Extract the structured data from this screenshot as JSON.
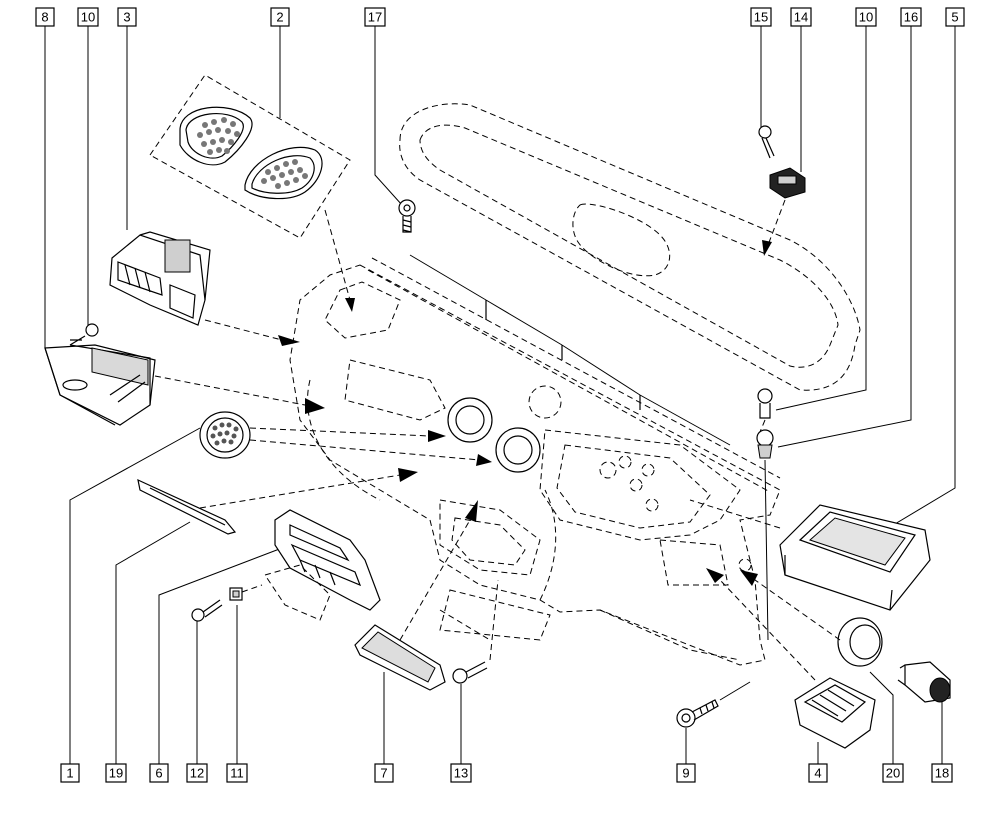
{
  "callouts": {
    "c8": "8",
    "c10a": "10",
    "c3": "3",
    "c2": "2",
    "c17": "17",
    "c15": "15",
    "c14": "14",
    "c10b": "10",
    "c16": "16",
    "c5": "5",
    "c1": "1",
    "c19": "19",
    "c6": "6",
    "c12": "12",
    "c11": "11",
    "c7": "7",
    "c13": "13",
    "c9": "9",
    "c4": "4",
    "c20": "20",
    "c18": "18"
  }
}
